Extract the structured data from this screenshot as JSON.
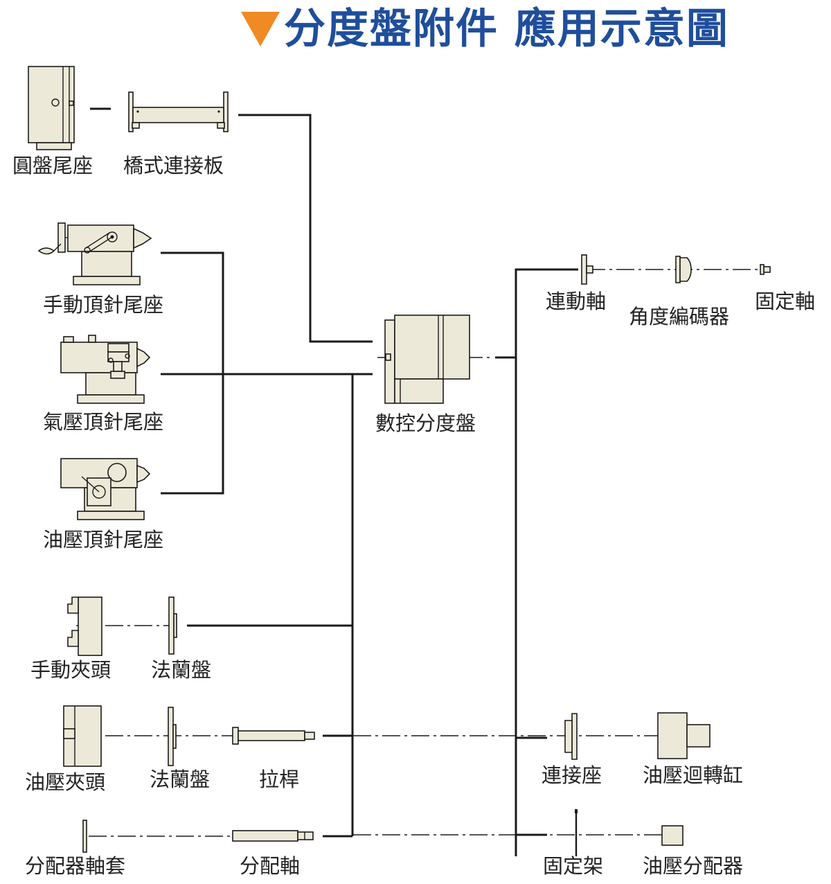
{
  "title": "分度盤附件  應用示意圖",
  "colors": {
    "accent": "#f08a24",
    "title": "#1f4e9c",
    "body": "#ece9d8",
    "line": "#1a1a1a"
  },
  "labels": {
    "round_tailstock": "圓盤尾座",
    "bridge_plate": "橋式連接板",
    "manual_tailstock": "手動頂針尾座",
    "pneumatic_tailstock": "氣壓頂針尾座",
    "hydraulic_tailstock": "油壓頂針尾座",
    "cnc_rotary_table": "數控分度盤",
    "linkage_shaft": "連動軸",
    "angle_encoder": "角度編碼器",
    "fixed_shaft": "固定軸",
    "manual_chuck": "手動夾頭",
    "flange_1": "法蘭盤",
    "hydraulic_chuck": "油壓夾頭",
    "flange_2": "法蘭盤",
    "draw_bar": "拉桿",
    "connecting_seat": "連接座",
    "hydraulic_rotary_cylinder": "油壓迴轉缸",
    "distributor_sleeve": "分配器軸套",
    "distributor_shaft": "分配軸",
    "fixed_bracket": "固定架",
    "hydraulic_distributor": "油壓分配器"
  }
}
